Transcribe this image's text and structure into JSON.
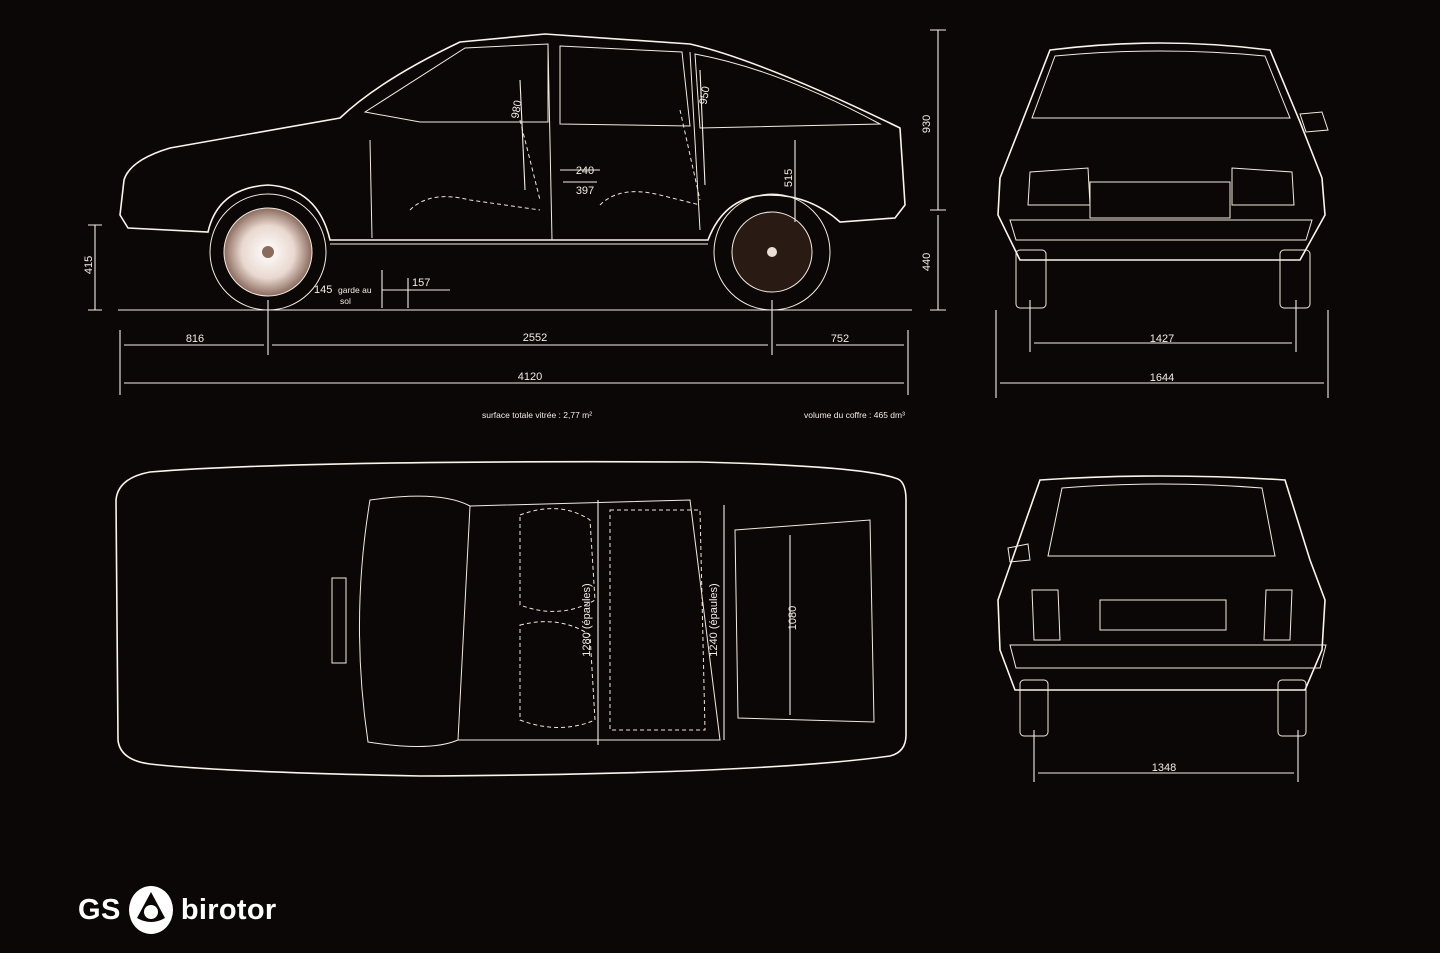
{
  "logo": {
    "brand": "GS",
    "name": "birotor"
  },
  "side_view": {
    "dims": {
      "overall_height": "930",
      "front_height": "415",
      "rear_height": "440",
      "front_overhang": "816",
      "wheelbase": "2552",
      "rear_overhang": "752",
      "overall_length": "4120",
      "ground_clearance": "145",
      "ground_clearance_label_1": "garde au",
      "ground_clearance_label_2": "sol",
      "seat_gap": "157",
      "front_headroom": "980",
      "rear_headroom": "950",
      "legroom_1": "240",
      "legroom_2": "397",
      "seat_height": "515"
    }
  },
  "front_view": {
    "dims": {
      "track": "1427",
      "width": "1644"
    }
  },
  "rear_view": {
    "dims": {
      "track": "1348"
    }
  },
  "top_view": {
    "dims": {
      "front_shoulder": "1280 (épaules)",
      "rear_shoulder": "1240 (épaules)",
      "boot_width": "1080"
    }
  },
  "notes": {
    "glass_area": "surface totale vitrée : 2,77 m²",
    "boot_volume": "volume du coffre : 465 dm³"
  }
}
